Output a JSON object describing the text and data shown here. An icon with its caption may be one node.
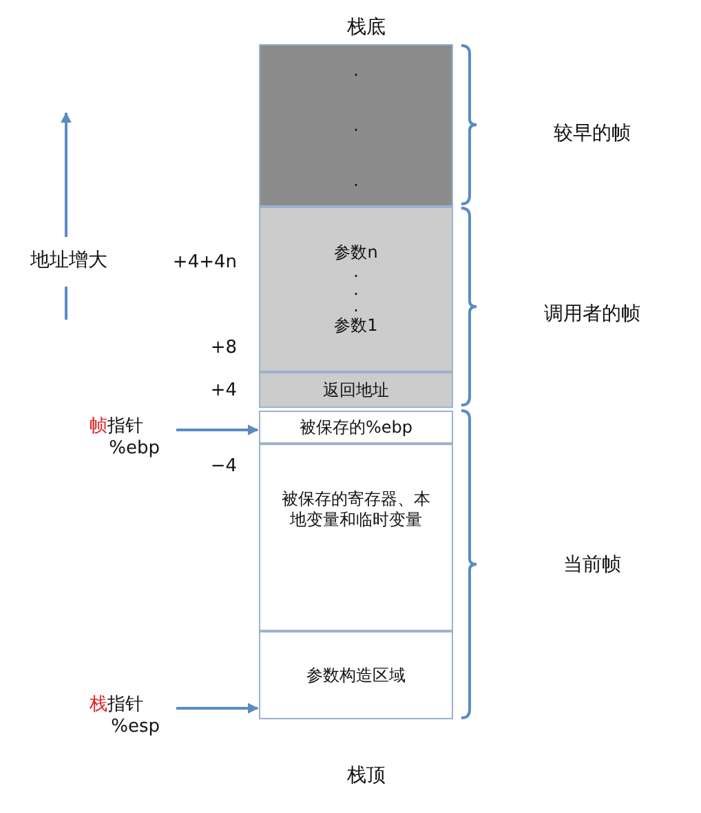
{
  "diagram": {
    "nodes": [
      {
        "text": [
          ".",
          ".",
          "."
        ]
      },
      {
        "text": [
          "参数n",
          ".",
          ".",
          ".",
          "参数1"
        ]
      },
      {
        "text": [
          "返回地址"
        ]
      },
      {
        "text": [
          "被保存的%ebp"
        ]
      },
      {
        "text": [
          "被保存的寄存器、本地变量和临时变量"
        ]
      },
      {
        "text": [
          "参数构造区域"
        ]
      },
      {
        "text": [
          "帧指针",
          "%ebp"
        ]
      },
      {
        "text": [
          "栈指针",
          "%esp"
        ]
      }
    ],
    "edges": [
      {
        "from": 6,
        "to": 3,
        "arrow": "to"
      },
      {
        "from": 7,
        "to": 5,
        "arrow": "to"
      }
    ],
    "labels": [
      "栈底",
      "较早的帧",
      "地址增大",
      "+4+4n",
      "调用者的帧",
      "+8",
      "+4",
      "−4",
      "当前帧",
      "栈顶"
    ]
  }
}
